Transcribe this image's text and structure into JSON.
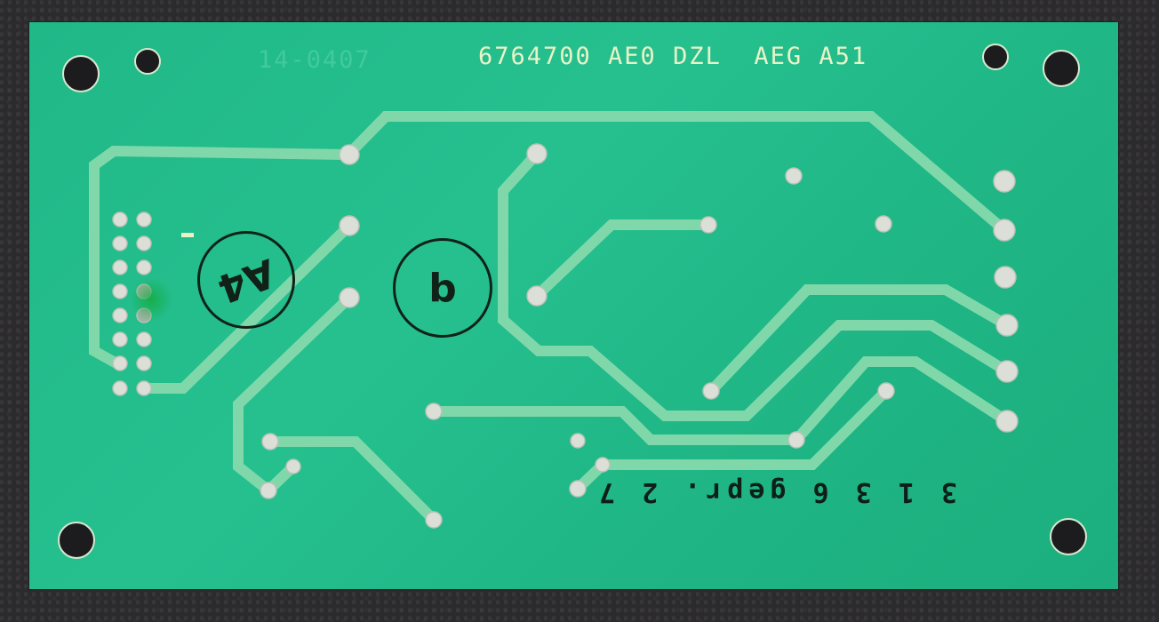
{
  "scene": {
    "subject": "Printed circuit board (solder side) on dark fabric background",
    "background_color": "#2b2a2c",
    "board_color": "#20b887",
    "trace_color": "#80d8aa",
    "pad_color": "#d9dcd6"
  },
  "silkscreen": {
    "part_number_faint": "14-0407",
    "part_label": "6764700 AE0 DZL  AEG A51",
    "marker_dash": "-"
  },
  "stamps": {
    "circle_left": "A4",
    "circle_right": "b",
    "inspection_text": "3 1 3 6 gepr. 2 7"
  },
  "components": {
    "pin_header": {
      "rows": 8,
      "cols": 2,
      "label": "2x8 pin header"
    },
    "right_pads": {
      "count": 6
    },
    "mounting_holes": 6
  }
}
